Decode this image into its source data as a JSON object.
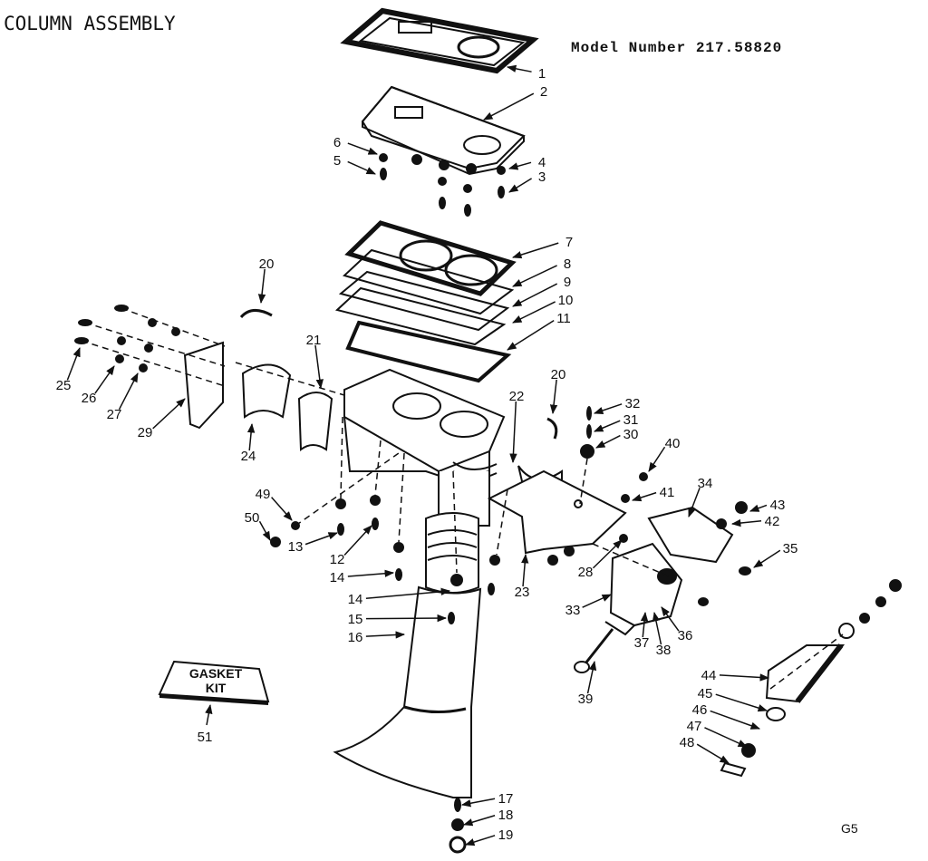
{
  "header": {
    "title": "COLUMN ASSEMBLY",
    "model_number": "Model Number 217.58820"
  },
  "footer": {
    "code": "G5"
  },
  "gasket_kit": {
    "line1": "GASKET",
    "line2": "KIT",
    "number": "51"
  },
  "callouts": [
    {
      "id": "1"
    },
    {
      "id": "2"
    },
    {
      "id": "3"
    },
    {
      "id": "4"
    },
    {
      "id": "5"
    },
    {
      "id": "6"
    },
    {
      "id": "7"
    },
    {
      "id": "8"
    },
    {
      "id": "9"
    },
    {
      "id": "10"
    },
    {
      "id": "11"
    },
    {
      "id": "12"
    },
    {
      "id": "13"
    },
    {
      "id": "14"
    },
    {
      "id": "14"
    },
    {
      "id": "15"
    },
    {
      "id": "16"
    },
    {
      "id": "17"
    },
    {
      "id": "18"
    },
    {
      "id": "19"
    },
    {
      "id": "20"
    },
    {
      "id": "20"
    },
    {
      "id": "21"
    },
    {
      "id": "22"
    },
    {
      "id": "23"
    },
    {
      "id": "24"
    },
    {
      "id": "25"
    },
    {
      "id": "26"
    },
    {
      "id": "27"
    },
    {
      "id": "28"
    },
    {
      "id": "29"
    },
    {
      "id": "30"
    },
    {
      "id": "31"
    },
    {
      "id": "32"
    },
    {
      "id": "33"
    },
    {
      "id": "34"
    },
    {
      "id": "35"
    },
    {
      "id": "36"
    },
    {
      "id": "37"
    },
    {
      "id": "38"
    },
    {
      "id": "39"
    },
    {
      "id": "40"
    },
    {
      "id": "41"
    },
    {
      "id": "42"
    },
    {
      "id": "43"
    },
    {
      "id": "44"
    },
    {
      "id": "45"
    },
    {
      "id": "46"
    },
    {
      "id": "47"
    },
    {
      "id": "48"
    },
    {
      "id": "49"
    },
    {
      "id": "50"
    }
  ]
}
